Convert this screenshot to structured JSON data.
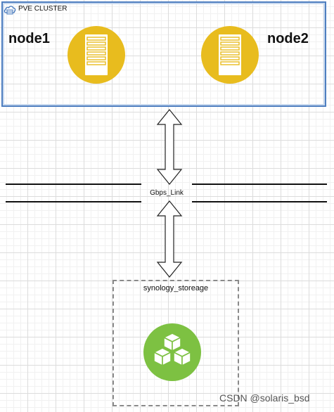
{
  "cluster": {
    "label": "PVE CLUSTER",
    "nodes": [
      {
        "label": "node1",
        "icon": "server-icon"
      },
      {
        "label": "node2",
        "icon": "server-icon"
      }
    ]
  },
  "link": {
    "label": "Gbps_Link"
  },
  "storage": {
    "label": "synology_storeage",
    "icon": "storage-cubes-icon"
  },
  "watermark": "CSDN @solaris_bsd",
  "colors": {
    "cluster_border": "#4f7fc0",
    "server_fill": "#e8bc1e",
    "storage_fill": "#7dc142",
    "storage_border": "#8a8a8a",
    "line": "#111111"
  }
}
